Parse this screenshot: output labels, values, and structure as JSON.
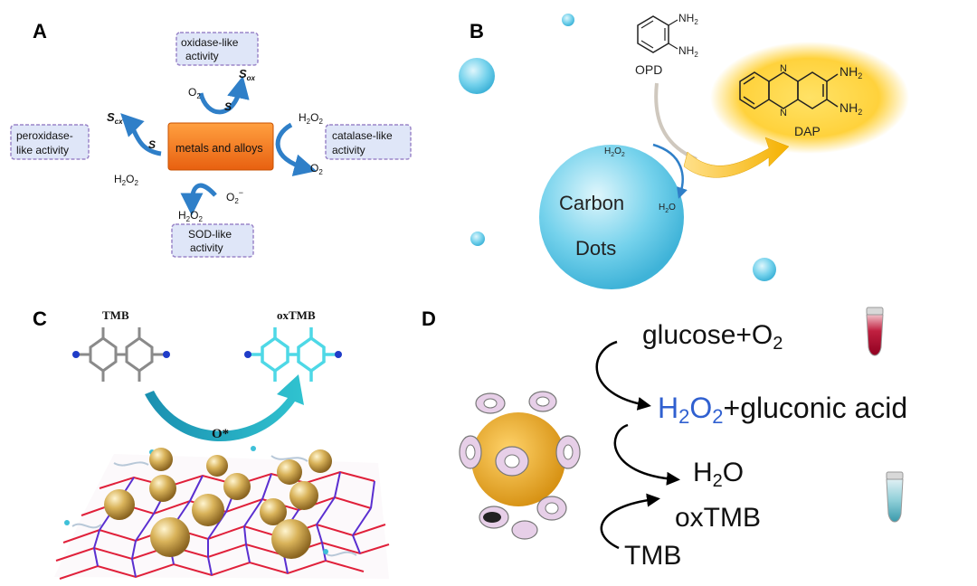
{
  "panels": {
    "a": {
      "letter": "A",
      "center": "metals and alloys",
      "oxidase": [
        "oxidase-like",
        "activity"
      ],
      "peroxidase": [
        "peroxidase-",
        "like activity"
      ],
      "catalase": [
        "catalase-like",
        "activity"
      ],
      "sod": [
        "SOD-like",
        "activity"
      ],
      "o2_top": "O",
      "o2_top_sub": "2",
      "s_top": "S",
      "sox": "S",
      "sox_sub": "ox",
      "scx": "S",
      "scx_sub": "cx",
      "s_left": "S",
      "h2o2_left": "H",
      "h2o2_left_sub1": "2",
      "h2o2_left_mid": "O",
      "h2o2_left_sub2": "2",
      "h2o2_right": "H",
      "h2o2_right_sub1": "2",
      "h2o2_right_mid": "O",
      "h2o2_right_sub2": "2",
      "o2_right": "O",
      "o2_right_sub": "2",
      "h2o2_bottom": "H",
      "h2o2_bottom_sub1": "2",
      "h2o2_bottom_mid": "O",
      "h2o2_bottom_sub2": "2",
      "o2_minus": "O",
      "o2_minus_sub": "2",
      "o2_minus_sup": "−"
    },
    "b": {
      "letter": "B",
      "opd": "OPD",
      "nh2": "NH",
      "nh2_sub": "2",
      "dap": "DAP",
      "n": "N",
      "carbon": "Carbon",
      "dots": "Dots",
      "h2o2": "H",
      "h2o2_sub1": "2",
      "h2o2_mid": "O",
      "h2o2_sub2": "2",
      "h2o": "H",
      "h2o_sub": "2",
      "h2o_end": "O"
    },
    "c": {
      "letter": "C",
      "tmb": "TMB",
      "oxtmb": "oxTMB",
      "ostar": "O*"
    },
    "d": {
      "letter": "D",
      "glucose": "glucose+O",
      "glucose_sub": "2",
      "h2o2_h": "H",
      "h2o2_sub1": "2",
      "h2o2_o": "O",
      "h2o2_sub2": "2",
      "gluconic": "+gluconic acid",
      "h2o_h": "H",
      "h2o_sub": "2",
      "h2o_o": "O",
      "oxtmb": "oxTMB",
      "tmb": "TMB"
    }
  },
  "colors": {
    "arrow_blue": "#2f7fc8",
    "box_fill": "#dfe6f8",
    "box_stroke": "#9b86c9",
    "center_fill": "#f07a18",
    "dot_blue": "#55c6e6",
    "dap_glow": "#ffd23c",
    "teal": "#1fa6b5",
    "h2o2_blue": "#3060d0",
    "gold": "#d9b35a"
  }
}
